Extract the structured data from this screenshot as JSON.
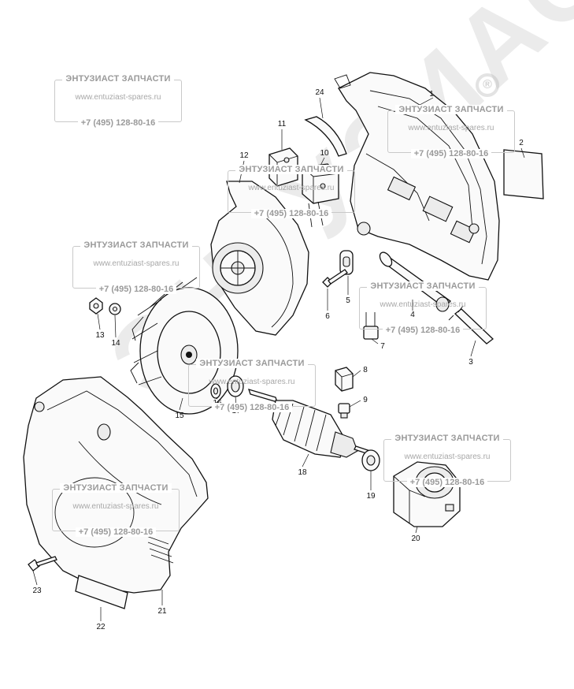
{
  "watermark": {
    "company": "ЭНТУЗИАСТ ЗАПЧАСТИ",
    "website": "www.entuziast-spares.ru",
    "phone": "+7 (495) 128-80-16",
    "logo_text": "ЭНТУЗИАСТ",
    "registered_mark": "®"
  },
  "callouts": [
    {
      "label": "1",
      "part": "housing-right-half"
    },
    {
      "label": "2",
      "part": "name-plate"
    },
    {
      "label": "3",
      "part": "cord"
    },
    {
      "label": "4",
      "part": "cord-guard"
    },
    {
      "label": "5",
      "part": "strain-relief"
    },
    {
      "label": "6",
      "part": "tapping-screw"
    },
    {
      "label": "7",
      "part": "noise-suppressor"
    },
    {
      "label": "8",
      "part": "carbon-brush"
    },
    {
      "label": "9",
      "part": "brush-holder"
    },
    {
      "label": "10",
      "part": "switch"
    },
    {
      "label": "11",
      "part": "switch-cap"
    },
    {
      "label": "12",
      "part": "baffle-plate"
    },
    {
      "label": "13",
      "part": "hex-nut"
    },
    {
      "label": "14",
      "part": "flat-washer"
    },
    {
      "label": "15",
      "part": "fan"
    },
    {
      "label": "16",
      "part": "flat-washer-small"
    },
    {
      "label": "17",
      "part": "ball-bearing-front"
    },
    {
      "label": "18",
      "part": "armature"
    },
    {
      "label": "19",
      "part": "ball-bearing-rear"
    },
    {
      "label": "20",
      "part": "field"
    },
    {
      "label": "21",
      "part": "housing-left-half"
    },
    {
      "label": "22",
      "part": "name-plate-left"
    },
    {
      "label": "23",
      "part": "screw"
    },
    {
      "label": "24",
      "part": "spring-strip"
    }
  ]
}
